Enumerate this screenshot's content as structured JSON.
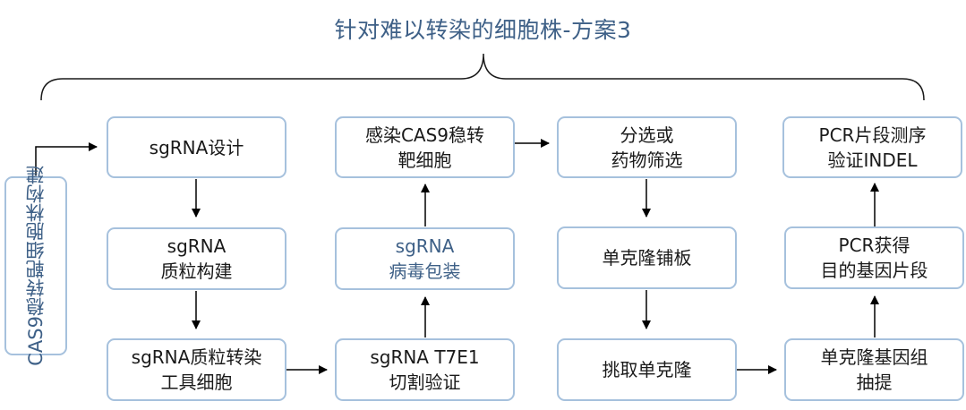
{
  "title": "针对难以转染的细胞株-方案3",
  "side_box": {
    "lines": [
      "CAS9稳转",
      "靶细胞株构建"
    ]
  },
  "steps": {
    "sgrna_design": {
      "lines": [
        "sgRNA设计"
      ]
    },
    "plasmid_build": {
      "lines": [
        "sgRNA",
        "质粒构建"
      ]
    },
    "transfect_tool": {
      "lines": [
        "sgRNA质粒转染",
        "工具细胞"
      ]
    },
    "t7e1": {
      "lines": [
        "sgRNA T7E1",
        "切割验证"
      ]
    },
    "virus_pack": {
      "lines": [
        "sgRNA",
        "病毒包装"
      ]
    },
    "infect": {
      "lines": [
        "感染CAS9稳转",
        "靶细胞"
      ]
    },
    "sort": {
      "lines": [
        "分选或",
        "药物筛选"
      ]
    },
    "clone_plate": {
      "lines": [
        "单克隆铺板"
      ]
    },
    "pick_clone": {
      "lines": [
        "挑取单克隆"
      ]
    },
    "genome_extract": {
      "lines": [
        "单克隆基因组",
        "抽提"
      ]
    },
    "pcr_fragment": {
      "lines": [
        "PCR获得",
        "目的基因片段"
      ]
    },
    "pcr_seq": {
      "lines": [
        "PCR片段测序",
        "验证INDEL"
      ]
    }
  },
  "colors": {
    "title": "#3e6087",
    "box_border": "#a6c1dd",
    "text": "#1a1a1a",
    "arrow": "#000000"
  }
}
